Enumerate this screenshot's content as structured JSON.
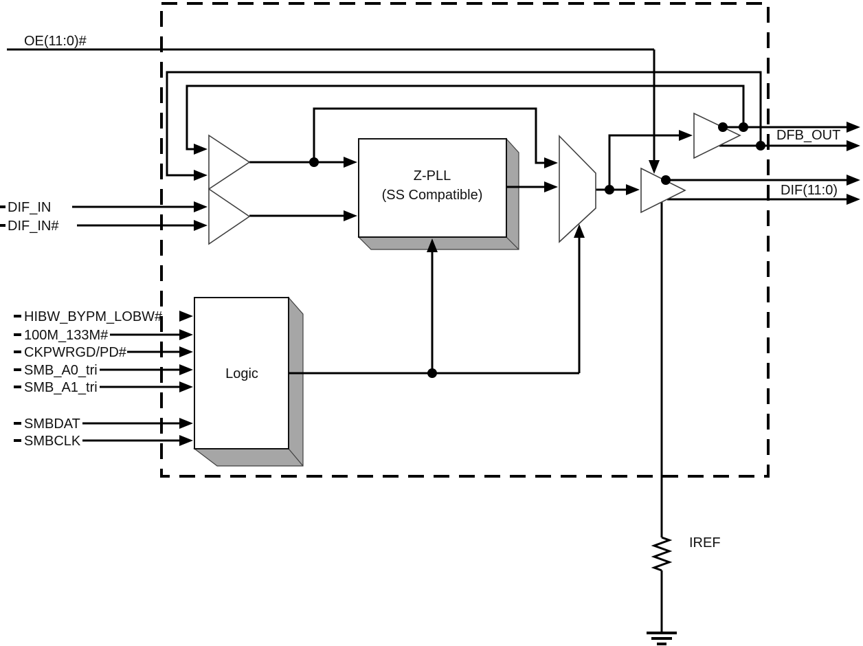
{
  "figure": {
    "title_hint": "Clock buffer block diagram",
    "inputs": {
      "oe": "OE(11:0)#",
      "dif_in": "DIF_IN",
      "dif_in_b": "DIF_IN#"
    },
    "logic_inputs": [
      {
        "label": "HIBW_BYPM_LOBW#"
      },
      {
        "label": "100M_133M#"
      },
      {
        "label": "CKPWRGD/PD#"
      },
      {
        "label": "SMB_A0_tri"
      },
      {
        "label": "SMB_A1_tri"
      },
      {
        "label": "SMBDAT"
      },
      {
        "label": "SMBCLK"
      }
    ],
    "blocks": {
      "logic": "Logic",
      "zpll_line1": "Z-PLL",
      "zpll_line2": "(SS Compatible)"
    },
    "outputs": {
      "dfb": "DFB_OUT",
      "dif": "DIF(11:0)",
      "iref": "IREF"
    },
    "colors": {
      "line": "#000000",
      "shadow": "#a6a6a6"
    }
  }
}
